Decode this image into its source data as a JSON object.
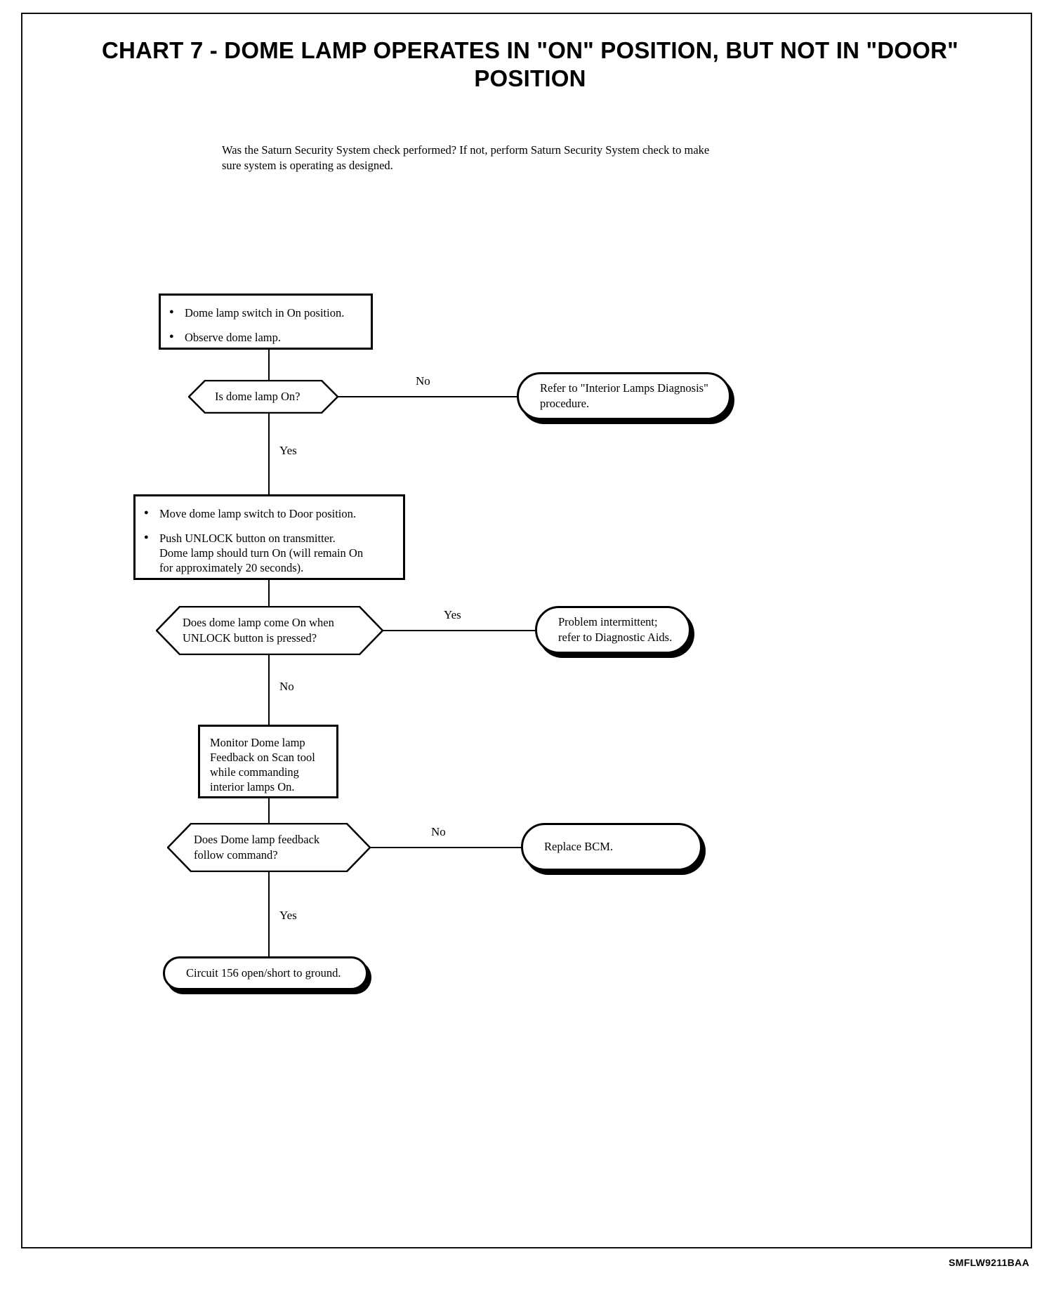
{
  "page": {
    "title": "CHART 7 - DOME LAMP OPERATES IN \"ON\" POSITION, BUT NOT IN \"DOOR\" POSITION",
    "intro": "Was the Saturn Security System check performed?  If not, perform Saturn Security System check to make sure system is operating as designed.",
    "footer_code": "SMFLW9211BAA"
  },
  "chart_data": {
    "type": "diagram",
    "title": "CHART 7 - DOME LAMP OPERATES IN \"ON\" POSITION, BUT NOT IN \"DOOR\" POSITION",
    "nodes": [
      {
        "id": "p1",
        "kind": "process",
        "bullets": [
          "Dome lamp switch in On position.",
          "Observe dome lamp."
        ]
      },
      {
        "id": "d1",
        "kind": "decision",
        "lines": [
          "Is dome lamp On?"
        ]
      },
      {
        "id": "t1",
        "kind": "terminal",
        "lines": [
          "Refer to \"Interior Lamps Diagnosis\"",
          "procedure."
        ]
      },
      {
        "id": "p2",
        "kind": "process",
        "bullets": [
          "Move dome lamp switch to Door position.",
          "Push UNLOCK button on transmitter. Dome lamp should turn On (will remain On for approximately 20 seconds)."
        ]
      },
      {
        "id": "d2",
        "kind": "decision",
        "lines": [
          "Does dome lamp come On when",
          "UNLOCK button is pressed?"
        ]
      },
      {
        "id": "t2",
        "kind": "terminal",
        "lines": [
          "Problem intermittent;",
          "refer to Diagnostic Aids."
        ]
      },
      {
        "id": "p3",
        "kind": "process",
        "lines": [
          "Monitor Dome lamp",
          "Feedback on Scan tool",
          "while commanding",
          "interior lamps On."
        ]
      },
      {
        "id": "d3",
        "kind": "decision",
        "lines": [
          "Does Dome lamp feedback",
          "follow command?"
        ]
      },
      {
        "id": "t3",
        "kind": "terminal",
        "lines": [
          "Replace BCM."
        ]
      },
      {
        "id": "t4",
        "kind": "terminal",
        "lines": [
          "Circuit 156 open/short to ground."
        ]
      }
    ],
    "edges": [
      {
        "from": "p1",
        "to": "d1",
        "label": ""
      },
      {
        "from": "d1",
        "to": "t1",
        "label": "No"
      },
      {
        "from": "d1",
        "to": "p2",
        "label": "Yes"
      },
      {
        "from": "p2",
        "to": "d2",
        "label": ""
      },
      {
        "from": "d2",
        "to": "t2",
        "label": "Yes"
      },
      {
        "from": "d2",
        "to": "p3",
        "label": "No"
      },
      {
        "from": "p3",
        "to": "d3",
        "label": ""
      },
      {
        "from": "d3",
        "to": "t3",
        "label": "No"
      },
      {
        "from": "d3",
        "to": "t4",
        "label": "Yes"
      }
    ]
  },
  "nodes": {
    "box1": {
      "bullet1": "Dome lamp switch in On position.",
      "bullet2": "Observe dome lamp."
    },
    "decision1": {
      "line1": "Is dome lamp On?"
    },
    "terminal1": {
      "line1": "Refer to \"Interior Lamps Diagnosis\"",
      "line2": "procedure."
    },
    "box2": {
      "bullet1": "Move dome lamp switch to Door position.",
      "bullet2_l1": "Push UNLOCK button on transmitter.",
      "bullet2_l2": "Dome lamp should turn On (will remain On",
      "bullet2_l3": "for approximately 20 seconds)."
    },
    "decision2": {
      "line1": "Does dome lamp come On when",
      "line2": "UNLOCK button is pressed?"
    },
    "terminal2": {
      "line1": "Problem intermittent;",
      "line2": "refer to Diagnostic Aids."
    },
    "box3": {
      "line1": "Monitor Dome lamp",
      "line2": "Feedback on Scan tool",
      "line3": "while commanding",
      "line4": "interior lamps On."
    },
    "decision3": {
      "line1": "Does Dome lamp feedback",
      "line2": "follow command?"
    },
    "terminal3": {
      "line1": "Replace BCM."
    },
    "terminal4": {
      "line1": "Circuit 156 open/short to ground."
    }
  },
  "branches": {
    "d1_no": "No",
    "d1_yes": "Yes",
    "d2_yes": "Yes",
    "d2_no": "No",
    "d3_no": "No",
    "d3_yes": "Yes"
  }
}
